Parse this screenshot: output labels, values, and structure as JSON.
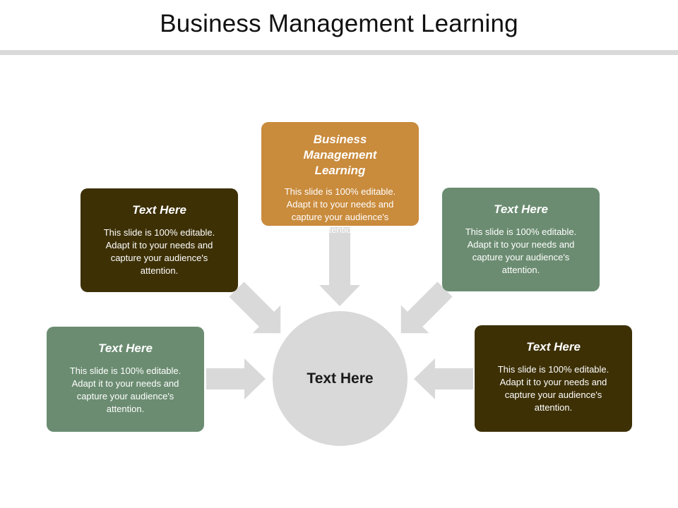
{
  "slide": {
    "title": "Business Management Learning",
    "hub_label": "Text Here"
  },
  "cards": [
    {
      "id": "top",
      "title": "Business Management Learning",
      "body": "This slide is 100% editable. Adapt it to your needs and capture your audience's attention.",
      "color": "#c98b3c"
    },
    {
      "id": "upper-left",
      "title": "Text Here",
      "body": "This slide is 100% editable. Adapt it to your needs and capture your audience's attention.",
      "color": "#3d3005"
    },
    {
      "id": "upper-right",
      "title": "Text Here",
      "body": "This slide is 100% editable. Adapt it to your needs and capture your audience's attention.",
      "color": "#6b8c71"
    },
    {
      "id": "lower-left",
      "title": "Text Here",
      "body": "This slide is 100% editable. Adapt it to your needs and capture your audience's attention.",
      "color": "#6b8c71"
    },
    {
      "id": "lower-right",
      "title": "Text Here",
      "body": "This slide is 100% editable. Adapt it to your needs and capture your audience's attention.",
      "color": "#3d3005"
    }
  ],
  "colors": {
    "arrow": "#d9d9d9",
    "hub": "#d9d9d9",
    "rule": "#d9d9d9"
  }
}
